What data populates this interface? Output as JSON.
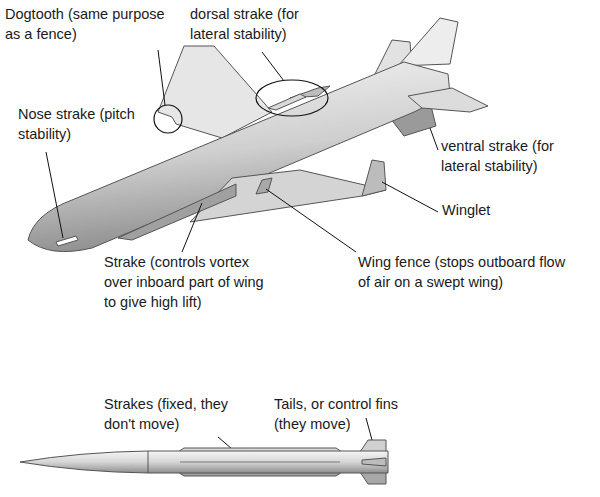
{
  "diagram": {
    "labels": [
      "Dogtooth (same purpose as a fence)",
      "dorsal strake (for lateral stability)",
      "Nose strake (pitch stability)",
      "ventral strake (for lateral stability)",
      "Winglet",
      "Strake (controls vortex over inboard part of wing to give high lift)",
      "Wing fence (stops outboard flow of air on a swept wing)",
      "Strakes (fixed, they don't move)",
      "Tails, or control fins (they move)"
    ]
  }
}
